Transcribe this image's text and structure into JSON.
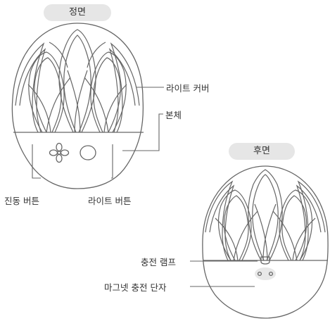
{
  "front_view": {
    "title": "정면",
    "labels": {
      "light_cover": "라이트 커버",
      "body": "본체",
      "vibration_button": "진동 버튼",
      "light_button": "라이트 버튼"
    }
  },
  "back_view": {
    "title": "후면",
    "labels": {
      "charge_lamp": "충전 램프",
      "magnetic_port": "마그넷 충전 단자"
    }
  },
  "colors": {
    "line": "#666666",
    "pill_bg": "#e6e6e6",
    "port_fill": "#e8e8e8"
  }
}
